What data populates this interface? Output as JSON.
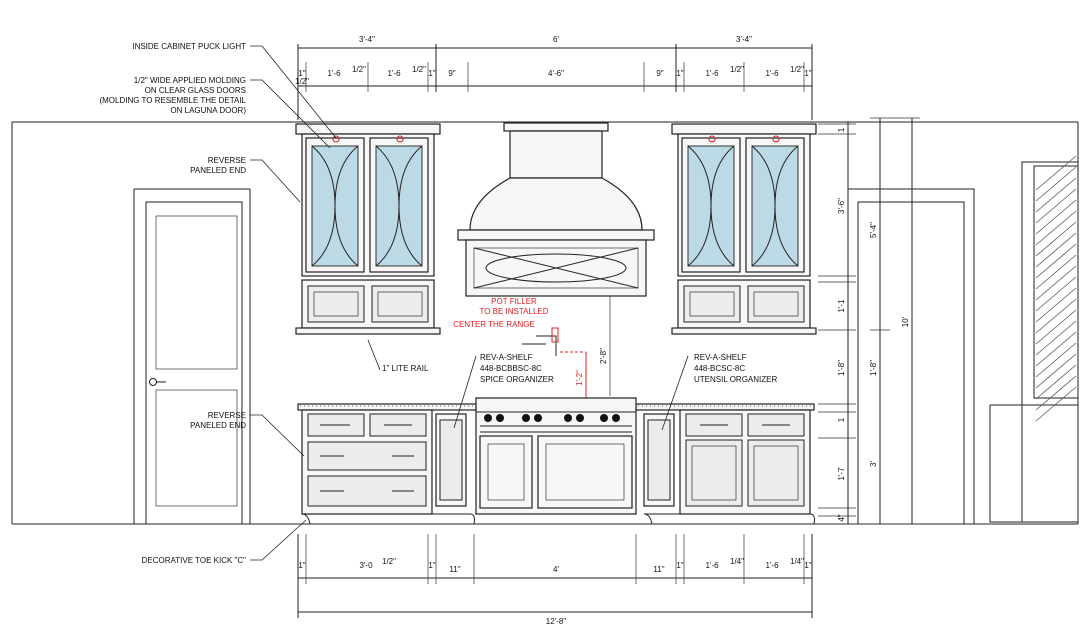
{
  "notes": {
    "puck_light": "INSIDE CABINET PUCK LIGHT",
    "molding_1": "1/2\" WIDE APPLIED MOLDING",
    "molding_2": "ON CLEAR GLASS DOORS",
    "molding_3": "(MOLDING TO RESEMBLE THE DETAIL",
    "molding_4": "ON LAGUNA DOOR)",
    "reverse_upper_1": "REVERSE",
    "reverse_upper_2": "PANELED END",
    "reverse_lower_1": "REVERSE",
    "reverse_lower_2": "PANELED END",
    "lite_rail": "1\" LITE RAIL",
    "toe_kick": "DECORATIVE TOE KICK \"C\"",
    "pot_filler_1": "POT FILLER",
    "pot_filler_2": "TO BE INSTALLED",
    "pot_filler_3": "CENTER THE RANGE",
    "spice_1": "REV-A-SHELF",
    "spice_2": "448-BCBBSC-8C",
    "spice_3": "SPICE ORGANIZER",
    "utensil_1": "REV-A-SHELF",
    "utensil_2": "448-BCSC-8C",
    "utensil_3": "UTENSIL ORGANIZER"
  },
  "dims_top_row1": {
    "left": "3'-4\"",
    "center": "6'",
    "right": "3'-4\""
  },
  "dims_top_row2": {
    "l_end": "1\"",
    "l_d1": "1'-6",
    "l_d2": "1'-6",
    "l_end2": "1\"",
    "hood_l": "9\"",
    "hood_c": "4'-6\"",
    "hood_r": "9\"",
    "r_end": "1\"",
    "r_d1": "1'-6",
    "r_d2": "1'-6",
    "r_end2": "1\"",
    "half": "1/2\""
  },
  "dims_bottom": {
    "l_end": "1\"",
    "l_main": "3'-0",
    "l_end2": "1\"",
    "fill_l": "11\"",
    "range": "4'",
    "fill_r": "11\"",
    "r_end": "1\"",
    "r_d1": "1'-6",
    "r_d2": "1'-6",
    "r_end2": "1\"",
    "half": "1/2\"",
    "quarter": "1/4\"",
    "overall": "12'-8\""
  },
  "dims_vertical": {
    "crown": "1",
    "upper": "3'-6\"",
    "light_rail": "1'-1",
    "backsplash": "1'-8\"",
    "counter": "1",
    "base": "3'",
    "drawer": "1'-7",
    "toe": "4\"",
    "upper_total": "5'-4\"",
    "overall": "10'",
    "pot_filler_height": "1'-2\"",
    "hood_to_range": "2'-8\""
  }
}
